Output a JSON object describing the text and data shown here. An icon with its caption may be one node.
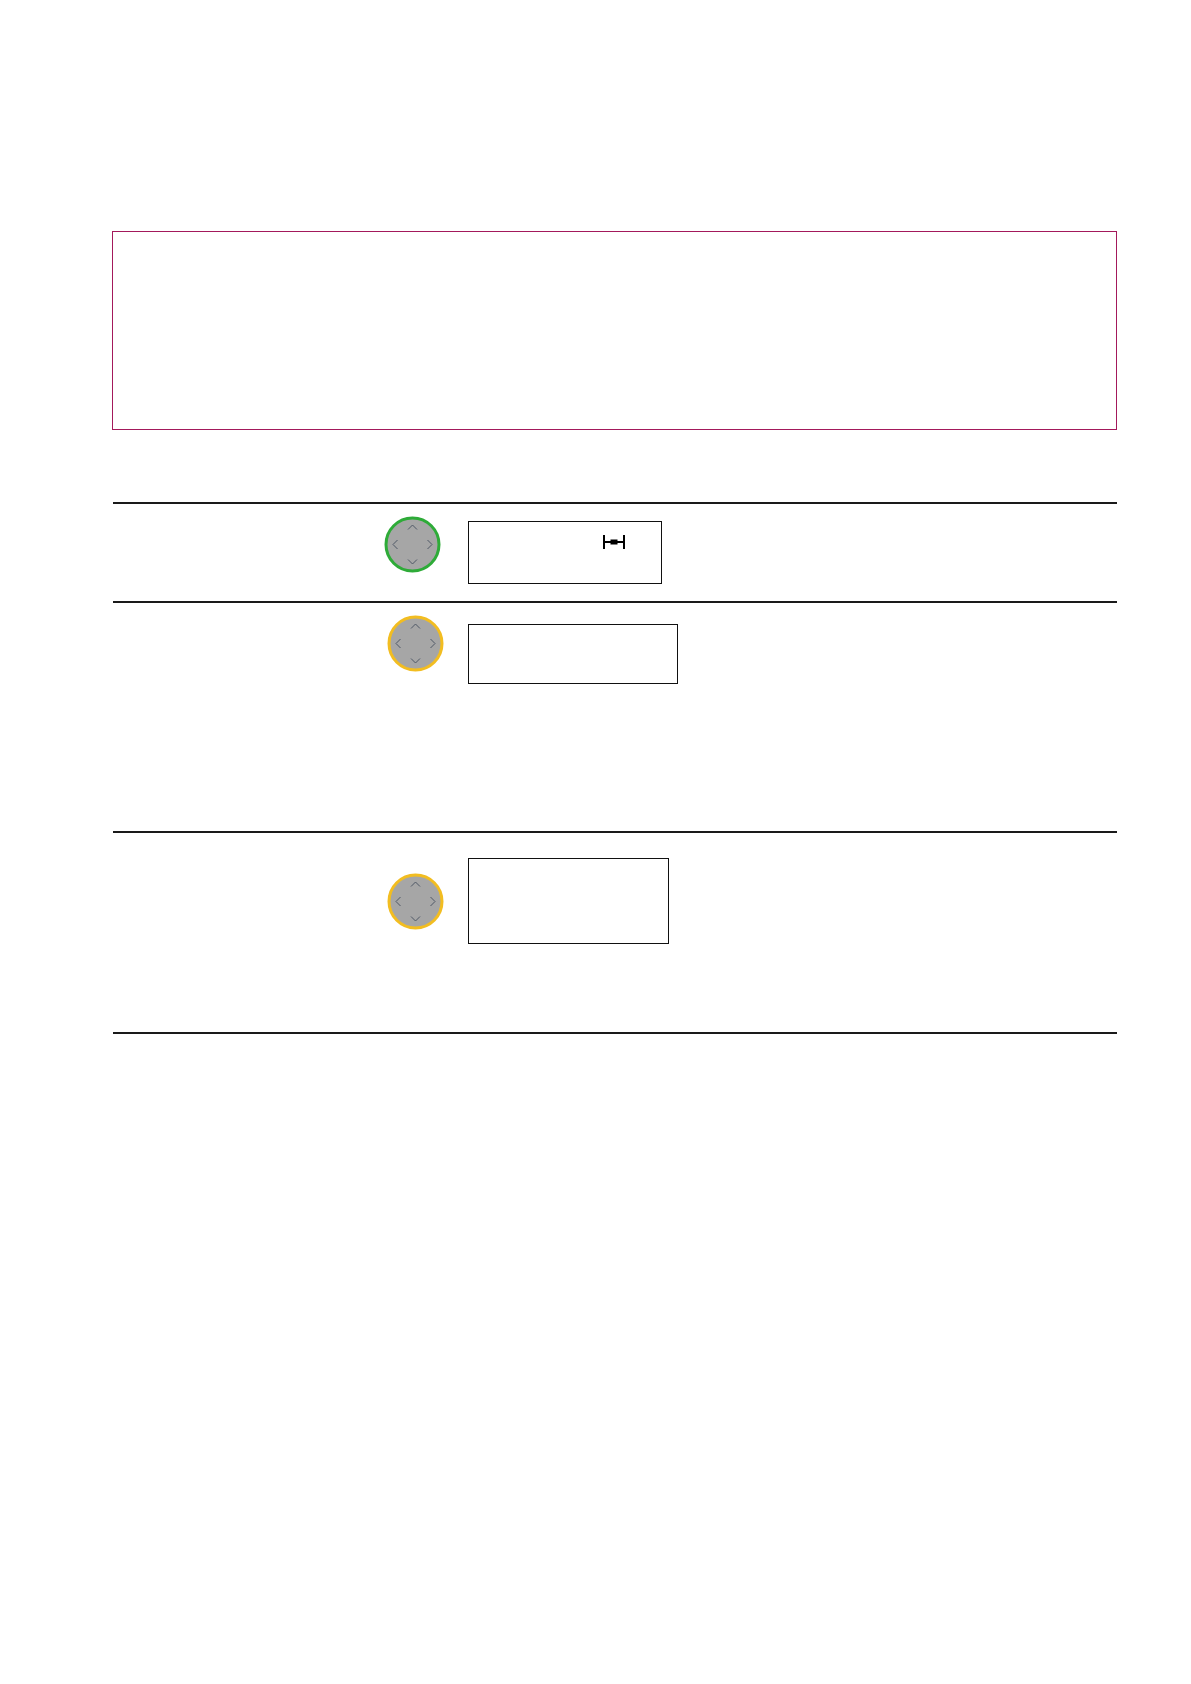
{
  "diagram": {
    "nodes": [
      {
        "text": [],
        "shape": "box"
      },
      {
        "text": [],
        "shape": "circle"
      },
      {
        "text": [],
        "shape": "box"
      },
      {
        "text": [],
        "shape": "circle"
      },
      {
        "text": [],
        "shape": "box"
      },
      {
        "text": [],
        "shape": "circle"
      },
      {
        "text": [],
        "shape": "box"
      }
    ]
  }
}
